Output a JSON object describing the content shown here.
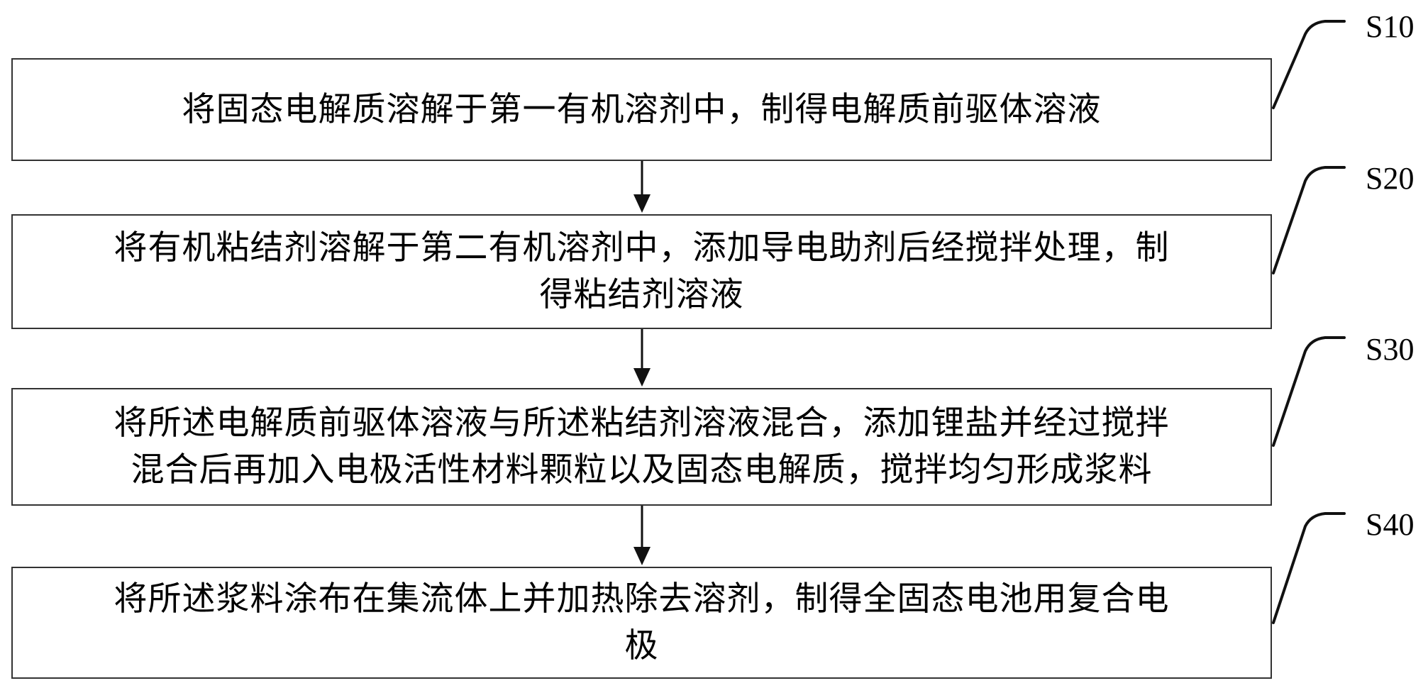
{
  "steps": [
    {
      "label": "S10",
      "lines": [
        "将固态电解质溶解于第一有机溶剂中，制得电解质前驱体溶液"
      ]
    },
    {
      "label": "S20",
      "lines": [
        "将有机粘结剂溶解于第二有机溶剂中，添加导电助剂后经搅拌处理，制",
        "得粘结剂溶液"
      ]
    },
    {
      "label": "S30",
      "lines": [
        "将所述电解质前驱体溶液与所述粘结剂溶液混合，添加锂盐并经过搅拌",
        "混合后再加入电极活性材料颗粒以及固态电解质，搅拌均匀形成浆料"
      ]
    },
    {
      "label": "S40",
      "lines": [
        "将所述浆料涂布在集流体上并加热除去溶剂，制得全固态电池用复合电",
        "极"
      ]
    }
  ]
}
